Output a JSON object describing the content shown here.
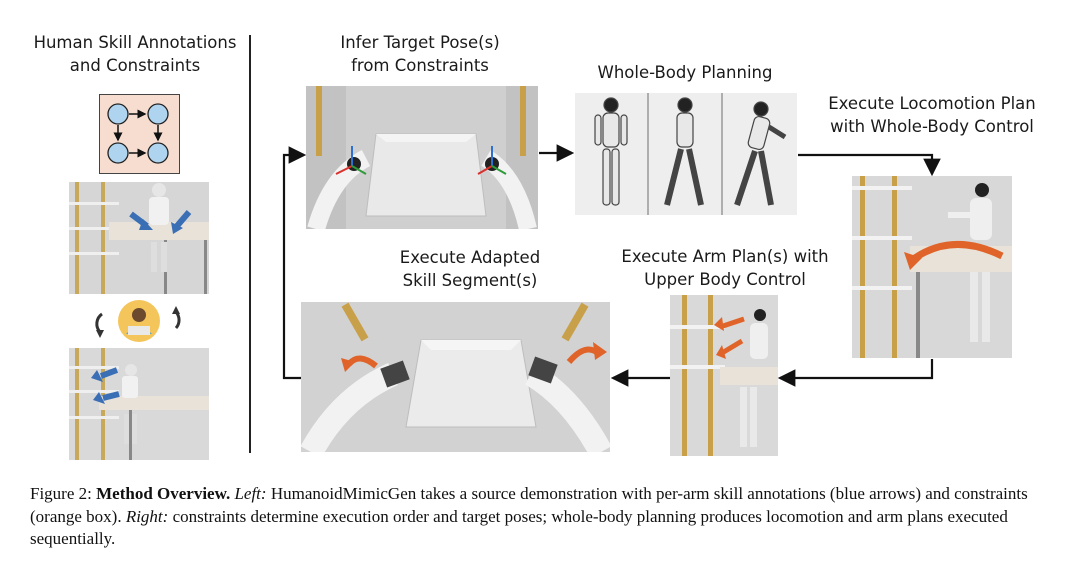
{
  "left": {
    "title_line1": "Human Skill Annotations",
    "title_line2": "and Constraints"
  },
  "steps": {
    "infer_line1": "Infer Target Pose(s)",
    "infer_line2": "from Constraints",
    "wbp": "Whole-Body Planning",
    "loco_line1": "Execute Locomotion Plan",
    "loco_line2": "with Whole-Body Control",
    "arm_line1": "Execute Arm Plan(s) with",
    "arm_line2": "Upper Body Control",
    "skill_line1": "Execute Adapted",
    "skill_line2": "Skill Segment(s)"
  },
  "caption": {
    "fig": "Figure 2:",
    "title": "Method Overview.",
    "left_label": "Left:",
    "left_text": "HumanoidMimicGen takes a source demonstration with per-arm skill annotations (blue arrows) and constraints (orange box).",
    "right_label": "Right:",
    "right_text": "constraints determine execution order and target poses; whole-body planning produces locomotion and arm plans executed sequentially."
  },
  "colors": {
    "arrow_blue": "#3a6fb5",
    "arrow_orange": "#e0642a",
    "node_fill": "#aed4f0",
    "constraint_box": "#f6ddd0"
  }
}
